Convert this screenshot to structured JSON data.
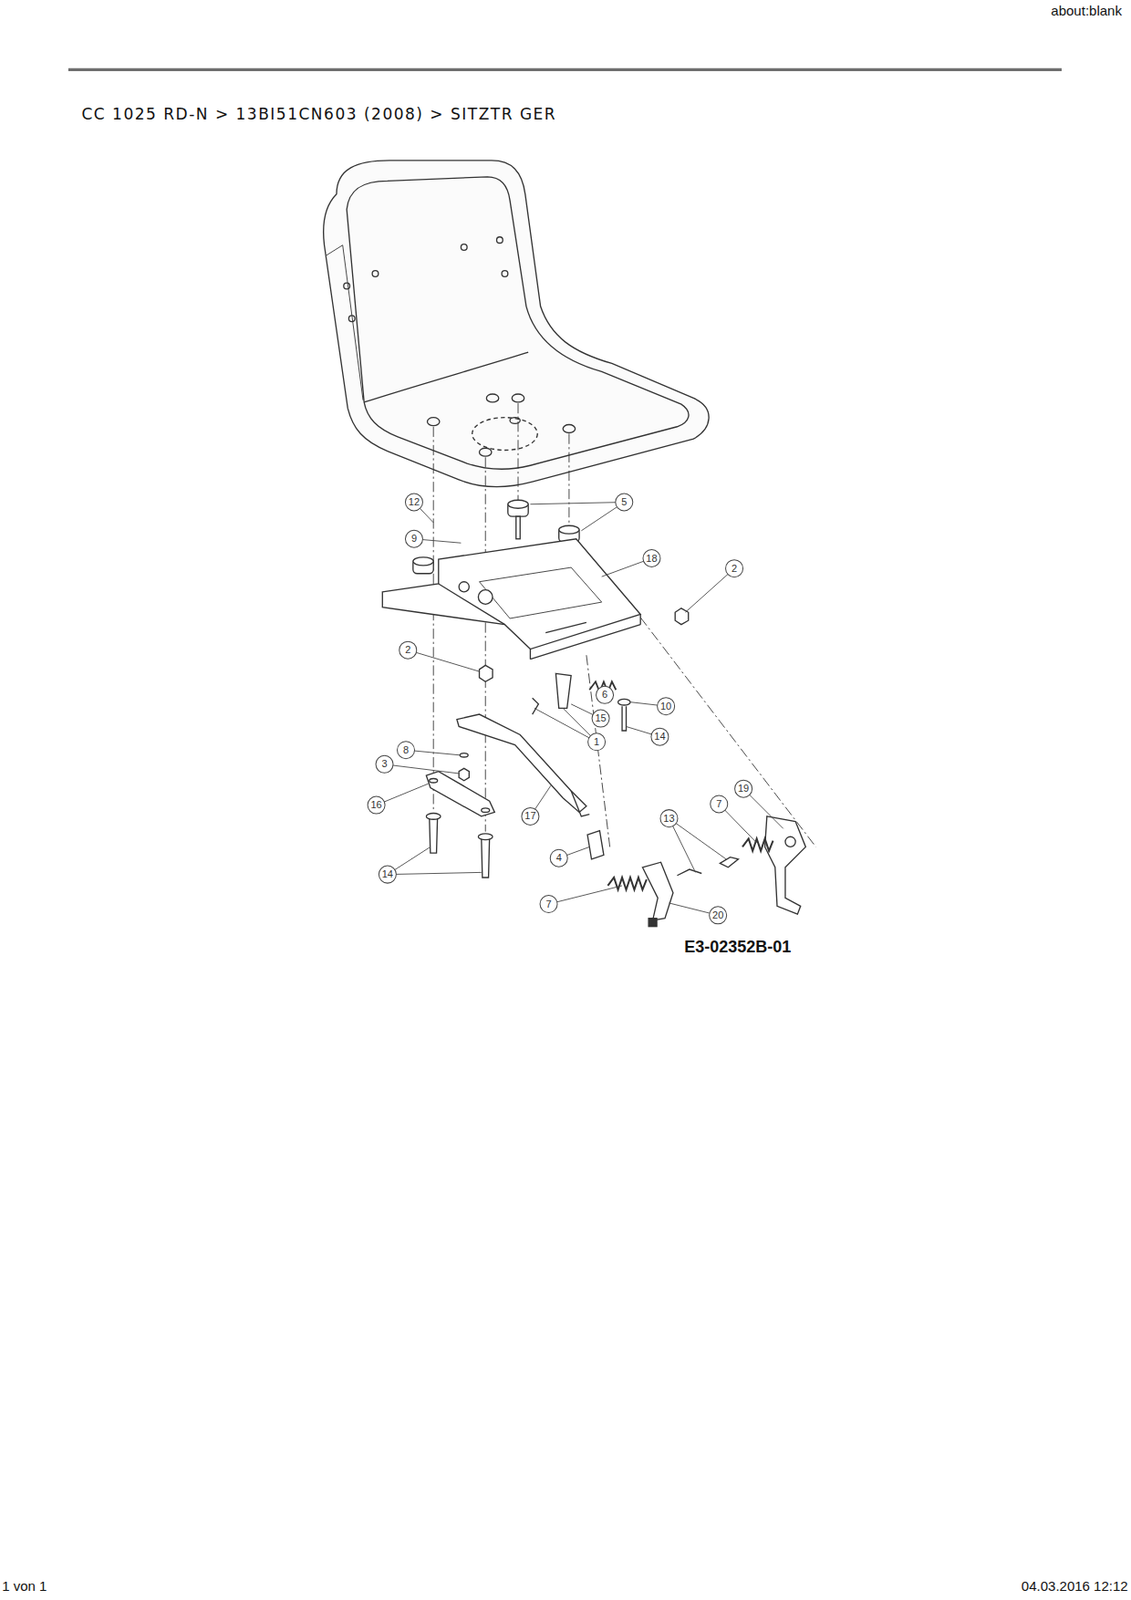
{
  "diagram": {
    "title": "CC 1025 RD-N > 13BI51CN603 (2008) > SITZTR GER",
    "labels": [
      "about:blank",
      "12",
      "5",
      "9",
      "18",
      "2",
      "2",
      "6",
      "10",
      "15",
      "1",
      "14",
      "8",
      "3",
      "19",
      "16",
      "7",
      "13",
      "17",
      "4",
      "14",
      "7",
      "20",
      "E3-02352B-01",
      "1 von 1",
      "04.03.2016 12:12"
    ]
  }
}
